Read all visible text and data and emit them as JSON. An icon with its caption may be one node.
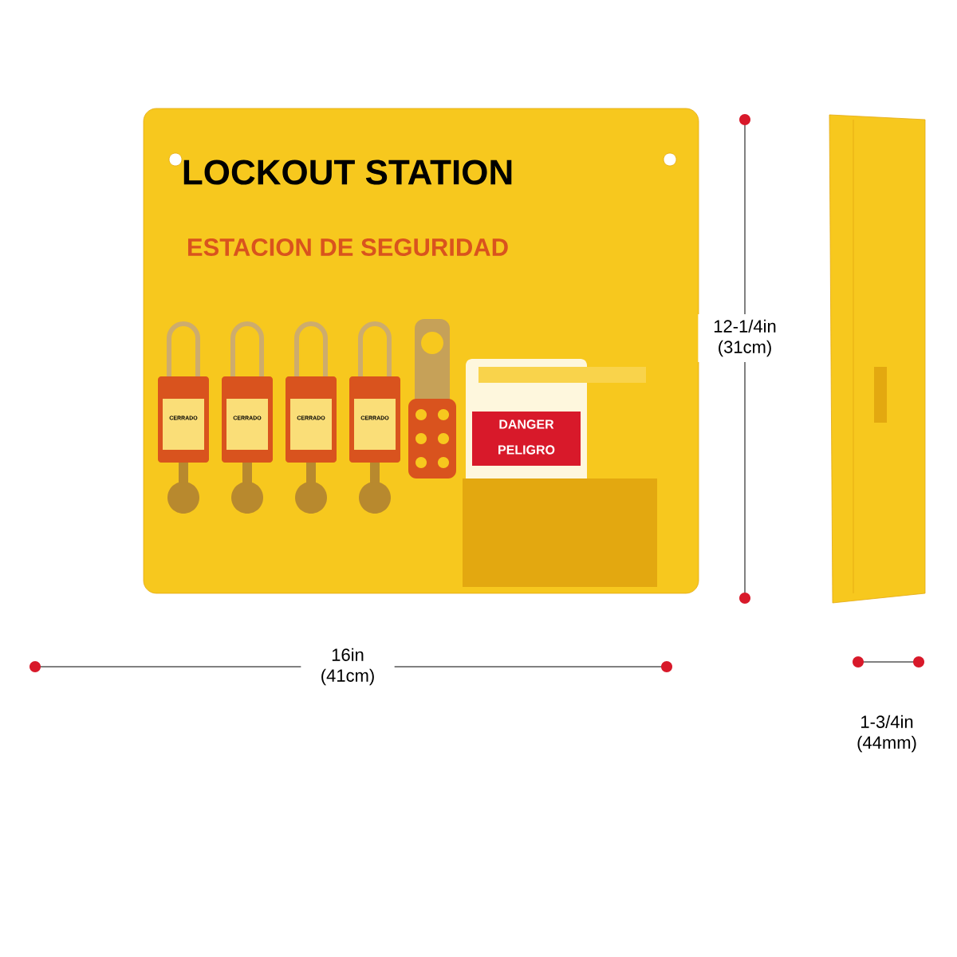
{
  "diagram": {
    "labels": [
      "LOCKOUT STATION",
      "ESTACION DE SEGURIDAD",
      "CERRADO",
      "CERRADO",
      "CERRADO",
      "CERRADO",
      "DANGER",
      "PELIGRO",
      "12-1/4in (31cm)",
      "16in (41cm)",
      "1-3/4in (44mm)"
    ]
  }
}
